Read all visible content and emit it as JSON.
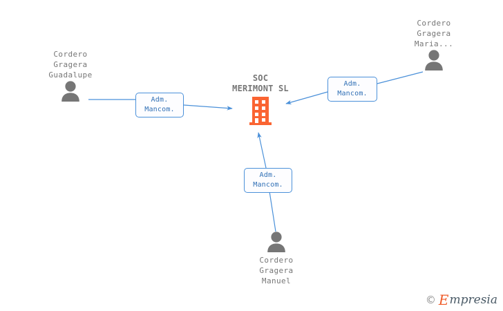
{
  "diagram": {
    "title": "SOC MERIMONT SL",
    "colors": {
      "person_gray": "#767676",
      "company_orange": "#fa6432",
      "edge_blue": "#4a90d9",
      "label_text_blue": "#2f6fb5",
      "label_border_blue": "#4a90d9"
    },
    "company": {
      "name": "SOC\nMERIMONT SL",
      "icon": "building-icon"
    },
    "persons": [
      {
        "id": "guadalupe",
        "name": "Cordero\nGragera\nGuadalupe",
        "icon": "person-icon"
      },
      {
        "id": "maria",
        "name": "Cordero\nGragera\nMaria...",
        "icon": "person-icon"
      },
      {
        "id": "manuel",
        "name": "Cordero\nGragera\nManuel",
        "icon": "person-icon"
      }
    ],
    "relations": [
      {
        "id": "rel-guadalupe",
        "label": "Adm.\nMancom.",
        "from": "guadalupe",
        "to": "company"
      },
      {
        "id": "rel-maria",
        "label": "Adm.\nMancom.",
        "from": "maria",
        "to": "company"
      },
      {
        "id": "rel-manuel",
        "label": "Adm.\nMancom.",
        "from": "manuel",
        "to": "company"
      }
    ]
  },
  "watermark": {
    "copyright": "©",
    "brand_initial": "E",
    "brand_rest": "mpresia"
  }
}
